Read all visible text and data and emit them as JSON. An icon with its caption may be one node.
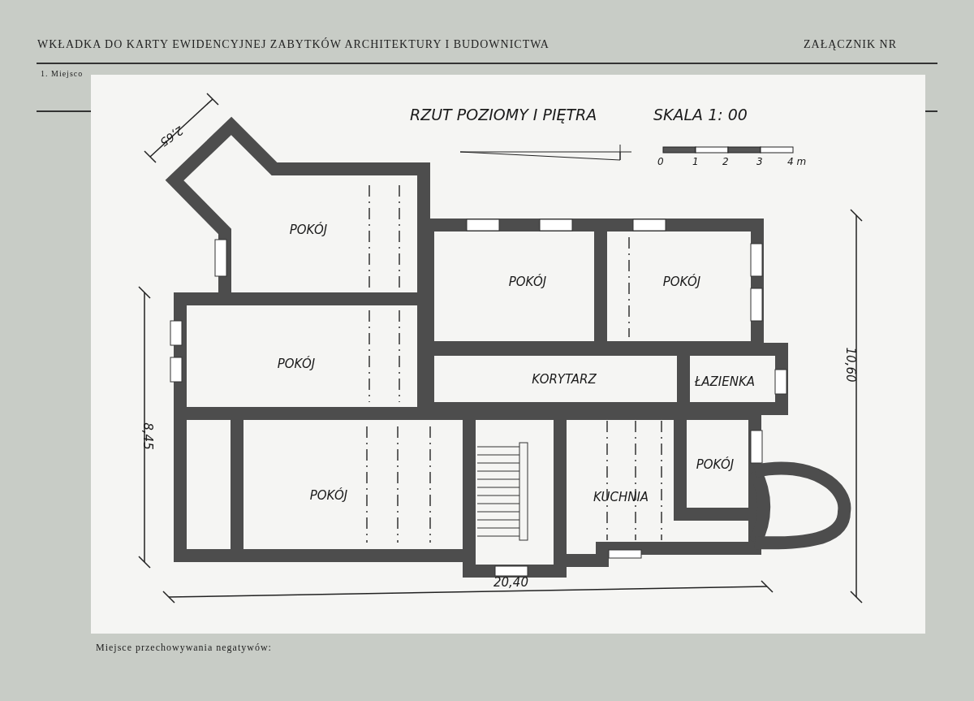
{
  "diagram": {
    "title": "RZUT POZIOMY I PIĘTRA",
    "nodes": [
      {
        "text": [
          "POKÓJ"
        ]
      },
      {
        "text": [
          "POKÓJ"
        ]
      },
      {
        "text": [
          "POKÓJ"
        ]
      },
      {
        "text": [
          "POKÓJ"
        ]
      },
      {
        "text": [
          "KORYTARZ"
        ]
      },
      {
        "text": [
          "ŁAZIENKA"
        ]
      },
      {
        "text": [
          "POKÓJ"
        ]
      },
      {
        "text": [
          "KUCHNIA"
        ]
      },
      {
        "text": [
          "POKÓJ"
        ]
      }
    ],
    "labels": [
      "WKŁADKA DO KARTY EWIDENCYJNEJ ZABYTKÓW ARCHITEKTURY I BUDOWNICTWA",
      "ZAŁĄCZNIK NR",
      "1. Miejsco",
      "SKALA 1: 00",
      "0",
      "1",
      "2",
      "3",
      "4 m",
      "2,65",
      "10,60",
      "8,45",
      "20,40",
      "Miejsce przechowywania negatywów:"
    ]
  }
}
